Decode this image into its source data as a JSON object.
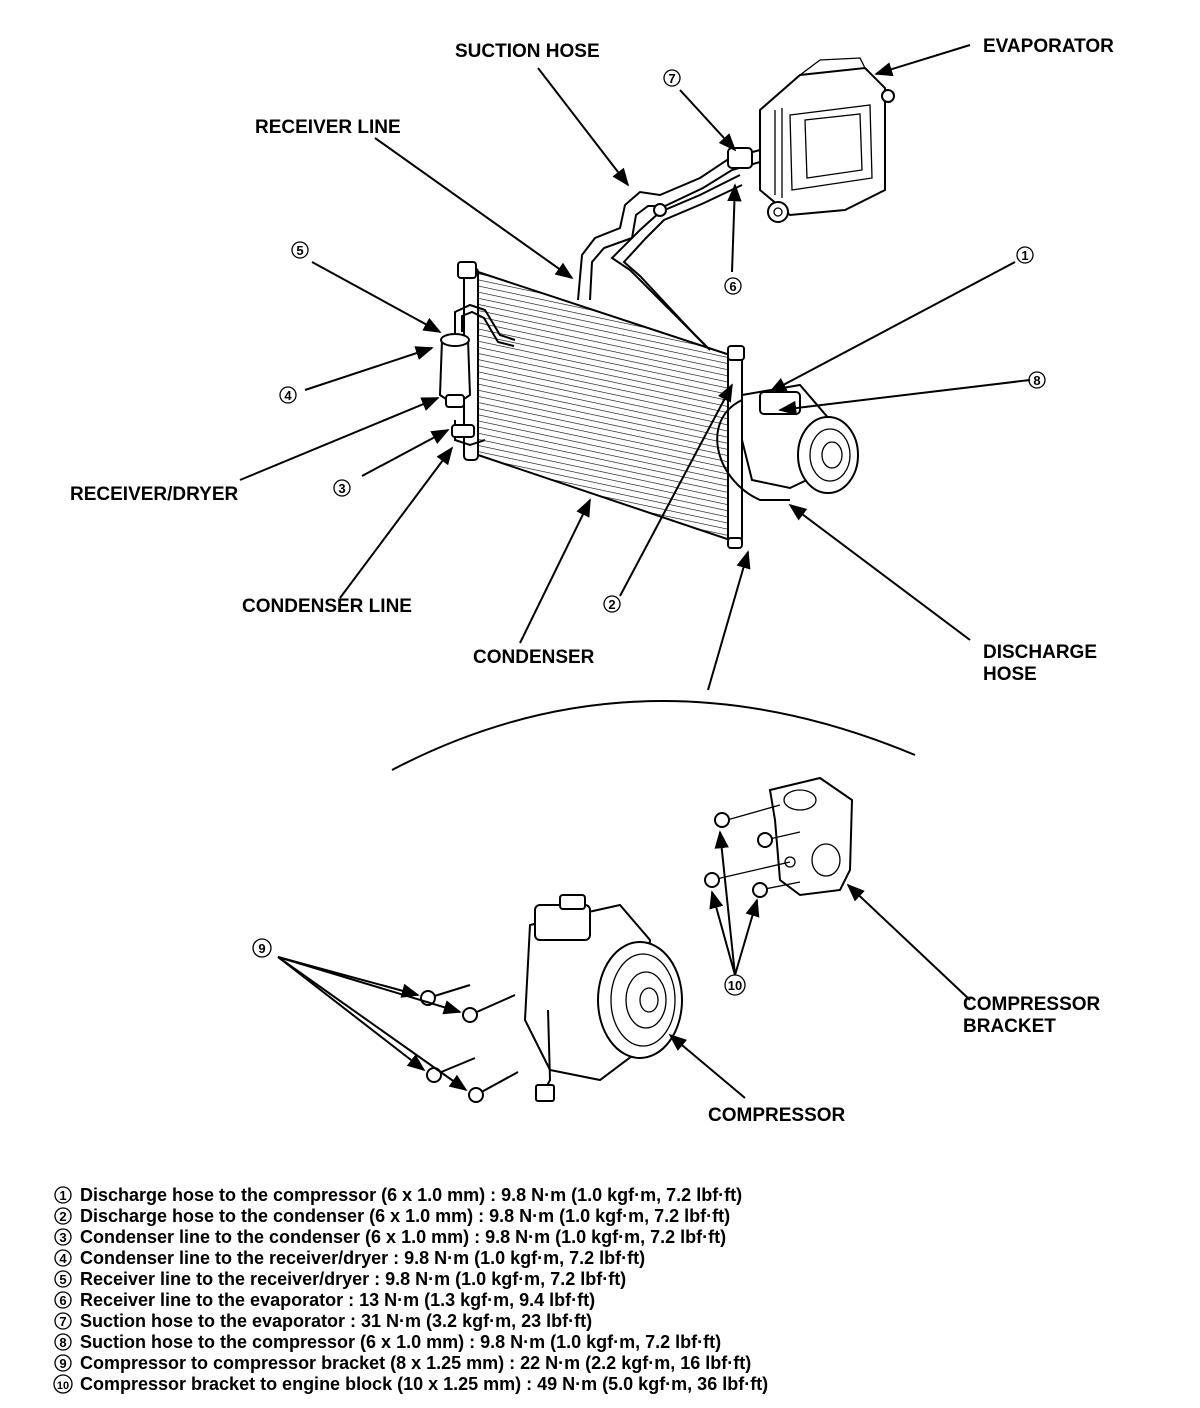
{
  "labels": {
    "suction_hose": "SUCTION HOSE",
    "evaporator": "EVAPORATOR",
    "receiver_line": "RECEIVER LINE",
    "receiver_dryer": "RECEIVER/DRYER",
    "condenser_line": "CONDENSER LINE",
    "condenser": "CONDENSER",
    "discharge_hose_1": "DISCHARGE",
    "discharge_hose_2": "HOSE",
    "compressor_bracket_1": "COMPRESSOR",
    "compressor_bracket_2": "BRACKET",
    "compressor": "COMPRESSOR"
  },
  "callouts": [
    "1",
    "2",
    "3",
    "4",
    "5",
    "6",
    "7",
    "8",
    "9",
    "10"
  ],
  "notes": [
    {
      "n": "1",
      "text": "Discharge hose to the compressor (6 x 1.0 mm) : 9.8 N·m (1.0 kgf·m, 7.2 lbf·ft)"
    },
    {
      "n": "2",
      "text": "Discharge hose to the condenser (6 x 1.0 mm) : 9.8 N·m (1.0 kgf·m, 7.2 lbf·ft)"
    },
    {
      "n": "3",
      "text": "Condenser line to the condenser (6 x 1.0 mm) : 9.8 N·m (1.0 kgf·m, 7.2 lbf·ft)"
    },
    {
      "n": "4",
      "text": "Condenser line to the receiver/dryer : 9.8 N·m (1.0 kgf·m, 7.2 lbf·ft)"
    },
    {
      "n": "5",
      "text": "Receiver line to the receiver/dryer : 9.8 N·m (1.0 kgf·m, 7.2 lbf·ft)"
    },
    {
      "n": "6",
      "text": "Receiver line to the evaporator : 13 N·m (1.3 kgf·m, 9.4 lbf·ft)"
    },
    {
      "n": "7",
      "text": "Suction hose to the evaporator : 31 N·m (3.2 kgf·m, 23 lbf·ft)"
    },
    {
      "n": "8",
      "text": "Suction hose to the compressor (6 x 1.0 mm) : 9.8 N·m (1.0 kgf·m, 7.2 lbf·ft)"
    },
    {
      "n": "9",
      "text": "Compressor to compressor bracket (8 x 1.25 mm) : 22 N·m (2.2 kgf·m, 16 lbf·ft)"
    },
    {
      "n": "10",
      "text": "Compressor bracket to engine block (10 x 1.25 mm) : 49 N·m (5.0 kgf·m, 36 lbf·ft)"
    }
  ]
}
